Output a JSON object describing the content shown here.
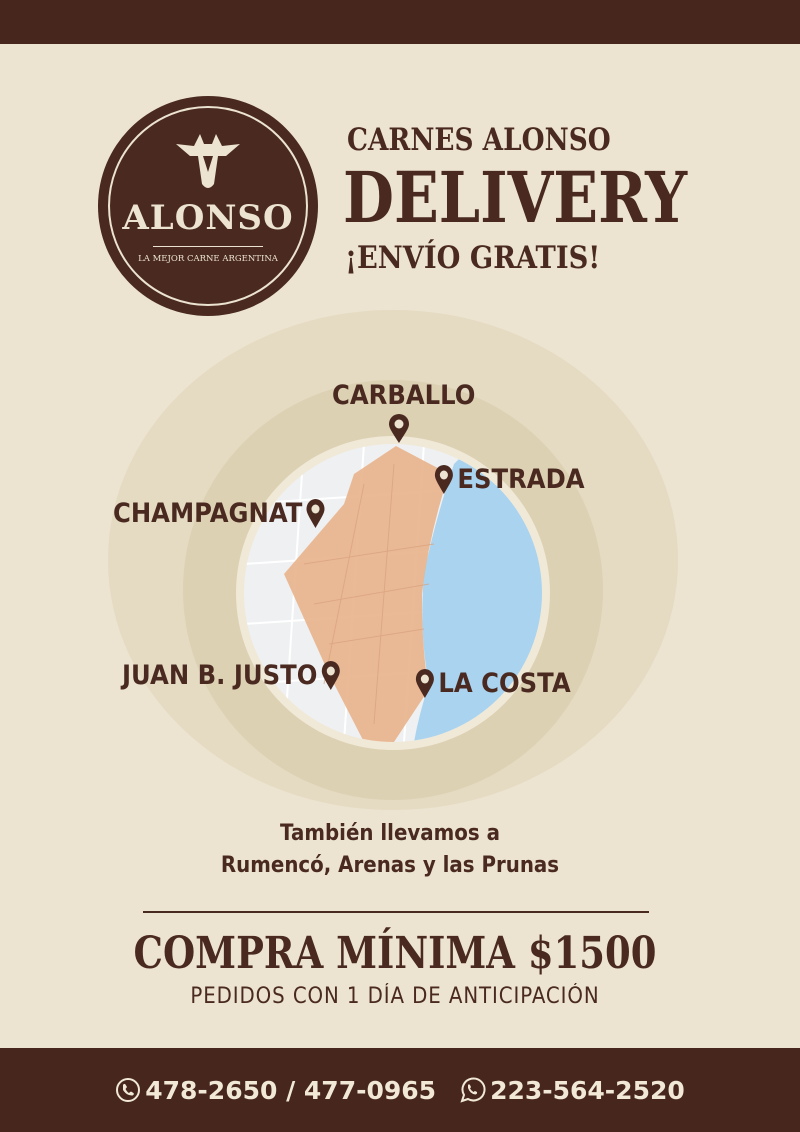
{
  "logo": {
    "name": "ALONSO",
    "tagline": "LA MEJOR CARNE ARGENTINA"
  },
  "header": {
    "brand": "CARNES ALONSO",
    "title": "DELIVERY",
    "subtitle": "¡ENVÍO GRATIS!"
  },
  "map": {
    "locations": [
      {
        "label": "CARBALLO"
      },
      {
        "label": "ESTRADA"
      },
      {
        "label": "CHAMPAGNAT"
      },
      {
        "label": "JUAN B. JUSTO"
      },
      {
        "label": "LA COSTA"
      }
    ]
  },
  "note": {
    "line1": "También llevamos a",
    "line2": "Rumencó, Arenas y las Prunas"
  },
  "offer": {
    "minimum": "COMPRA MÍNIMA $1500",
    "notice": "PEDIDOS CON 1 DÍA DE ANTICIPACIÓN"
  },
  "contact": {
    "phones": "478-2650 / 477-0965",
    "whatsapp": "223-564-2520"
  },
  "colors": {
    "brown": "#4a2a20",
    "cream": "#ece3d0",
    "sea": "#a9d3ef",
    "zone": "#e8b48e"
  }
}
